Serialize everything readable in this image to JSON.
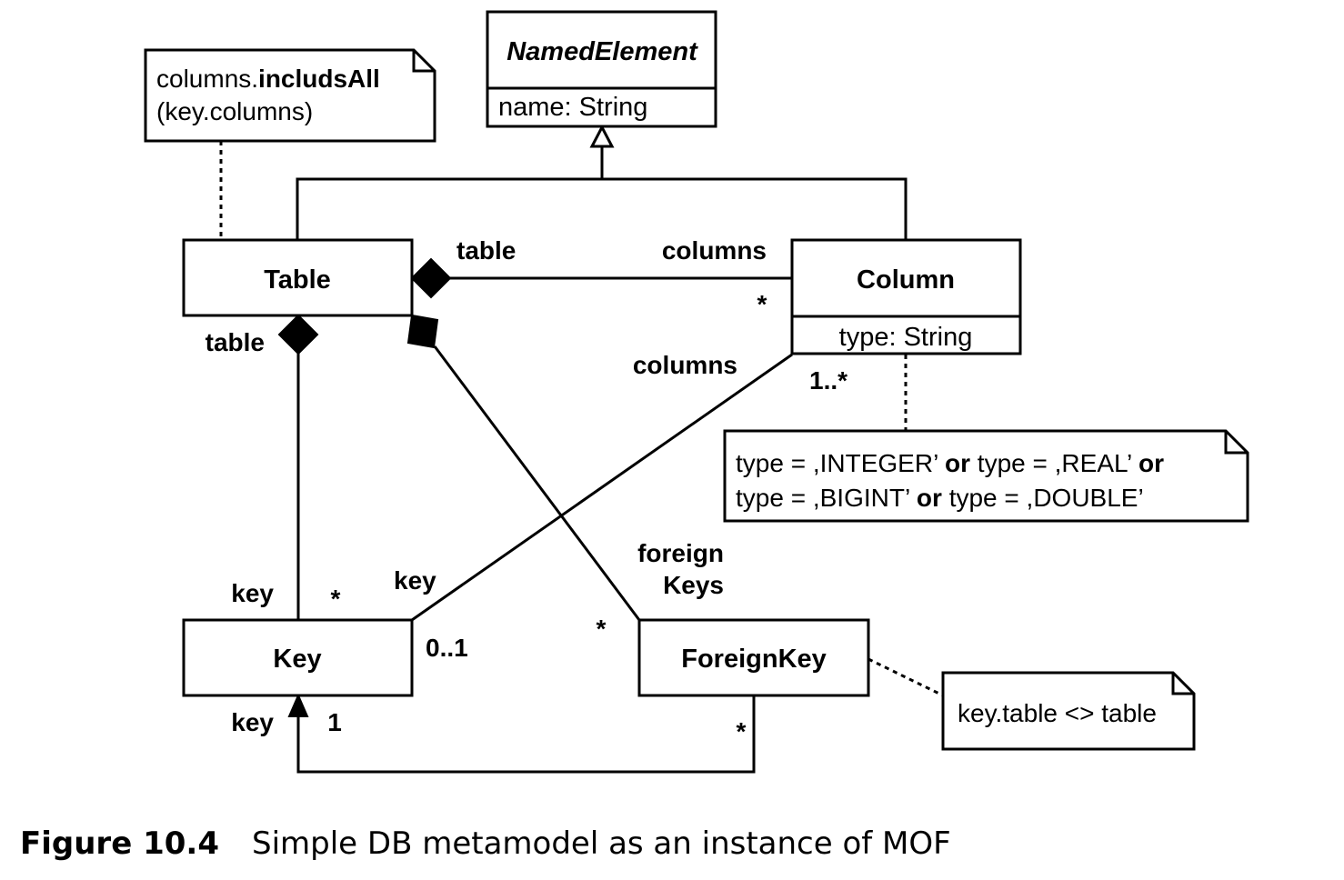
{
  "classes": {
    "named_element": {
      "name": "NamedElement",
      "attribute": "name: String"
    },
    "table": {
      "name": "Table"
    },
    "column": {
      "name": "Column",
      "attribute": "type: String"
    },
    "key": {
      "name": "Key"
    },
    "foreign_key": {
      "name": "ForeignKey"
    }
  },
  "notes": {
    "table_constraint": {
      "line1_prefix": "columns.",
      "line1_bold": "includsAll",
      "line2": "(key.columns)"
    },
    "column_type_constraint": {
      "line1": [
        "type = ,INTEGER’ ",
        "or",
        " type = ,REAL’ ",
        "or"
      ],
      "line2": [
        "type = ,BIGINT’ ",
        "or",
        " type = ,DOUBLE’"
      ]
    },
    "foreign_key_constraint": "key.table <> table"
  },
  "roles": {
    "table_columns_table_end": "table",
    "table_columns_column_end": "columns",
    "table_columns_mult": "*",
    "table_key_table_end": "table",
    "table_key_key_end": "key",
    "table_key_mult": "*",
    "key_columns_column_end": "columns",
    "key_columns_column_mult": "1..*",
    "key_columns_key_end": "key",
    "key_columns_key_mult": "0..1",
    "table_fk_fk_end_line1": "foreign",
    "table_fk_fk_end_line2": "Keys",
    "table_fk_mult": "*",
    "fk_key_key_end": "key",
    "fk_key_key_mult": "1",
    "fk_key_fk_mult": "*"
  },
  "caption": {
    "number": "Figure 10.4",
    "text": "Simple DB metamodel as an instance of MOF"
  }
}
